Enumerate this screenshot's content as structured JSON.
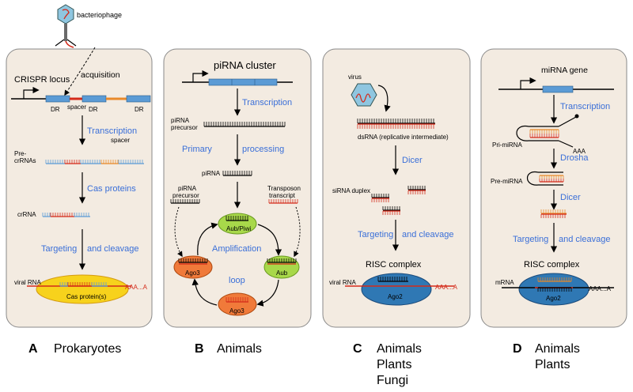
{
  "panels": [
    {
      "letter": "A",
      "lines": [
        "Prokaryotes"
      ]
    },
    {
      "letter": "B",
      "lines": [
        "Animals"
      ]
    },
    {
      "letter": "C",
      "lines": [
        "Animals",
        "Plants",
        "Fungi"
      ]
    },
    {
      "letter": "D",
      "lines": [
        "Animals",
        "Plants"
      ]
    }
  ],
  "panel_a": {
    "bacteriophage": "bacteriophage",
    "crispr_locus": "CRISPR locus",
    "acquisition": "acquisition",
    "dr": "DR",
    "spacer": "spacer",
    "transcription": "Transcription",
    "pre_crrnas_1": "Pre-",
    "pre_crrnas_2": "crRNAs",
    "cas_proteins": "Cas proteins",
    "crrna": "crRNA",
    "targeting": "Targeting",
    "and_cleavage": "and cleavage",
    "viral_rna": "viral RNA",
    "aaa": "AAA...A",
    "cas_complex": "Cas protein(s)"
  },
  "panel_b": {
    "pirna_cluster": "piRNA cluster",
    "transcription": "Transcription",
    "pirna_precursor_1": "piRNA",
    "pirna_precursor_2": "precursor",
    "primary": "Primary",
    "processing": "processing",
    "pirna": "piRNA",
    "transposon_1": "Transposon",
    "transposon_2": "transcript",
    "aub_piwi": "Aub/Piwi",
    "amplification": "Amplification",
    "loop": "loop",
    "ago3": "Ago3",
    "aub": "Aub"
  },
  "panel_c": {
    "virus": "virus",
    "dsrna": "dsRNA (replicative intermediate)",
    "dicer": "Dicer",
    "sirna_duplex": "siRNA duplex",
    "targeting": "Targeting",
    "and_cleavage": "and cleavage",
    "risc": "RISC complex",
    "viral_rna": "viral RNA",
    "aaa": "AAA...A",
    "ago2": "Ago2"
  },
  "panel_d": {
    "mirna_gene": "miRNA gene",
    "transcription": "Transcription",
    "pri_mirna": "Pri-miRNA",
    "aaa_pri": "AAA",
    "drosha": "Drosha",
    "pre_mirna": "Pre-miRNA",
    "dicer": "Dicer",
    "targeting": "Targeting",
    "and_cleavage": "and cleavage",
    "risc": "RISC complex",
    "mrna": "mRNA",
    "aaa": "AAA...A",
    "ago2": "Ago2"
  },
  "colors": {
    "panel_bg": "#f3ebe1",
    "panel_border": "#8a8a8a",
    "gene_box": "#5b9bd5",
    "red_strand": "#d42a1a",
    "blue_text": "#3a6fd8",
    "cas_yellow": "#f7d21c",
    "aub_green": "#a8d84a",
    "ago3_orange": "#f07a3a",
    "ago2_blue": "#2f78b4",
    "orange_strand": "#e8892a"
  }
}
